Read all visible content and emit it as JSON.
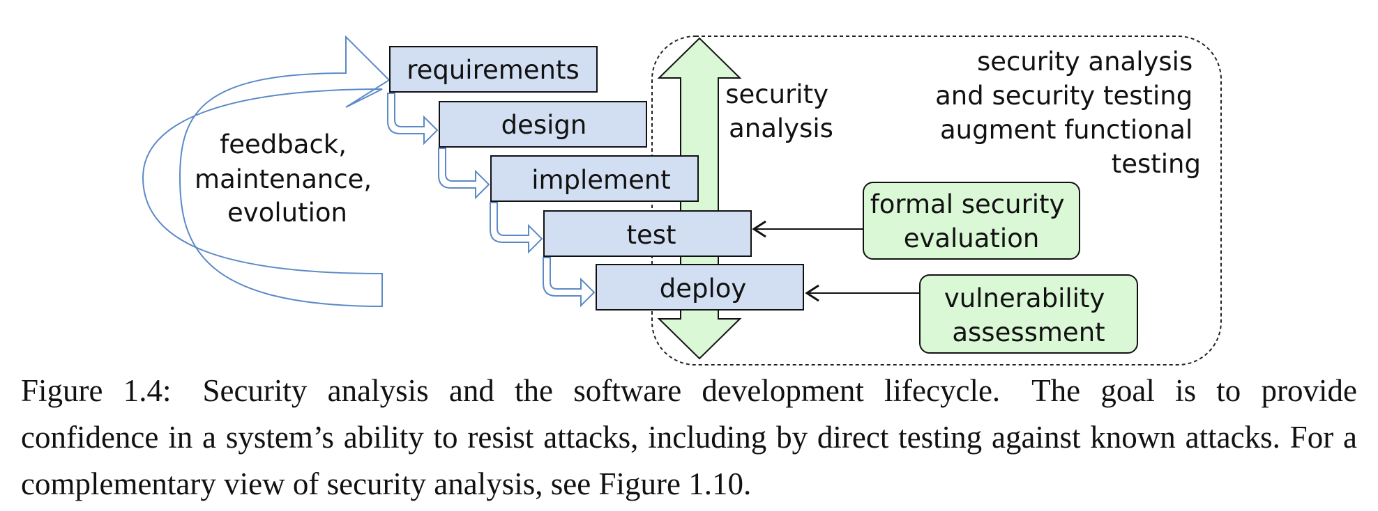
{
  "colors": {
    "stage_fill": "#d2dff2",
    "stage_stroke": "#111111",
    "green_fill": "#dbf8d6",
    "loop_arrow_stroke": "#5b8ac6",
    "dashed_border": "#222222"
  },
  "feedback_label": [
    "feedback,",
    "maintenance,",
    "evolution"
  ],
  "stages": [
    "requirements",
    "design",
    "implement",
    "test",
    "deploy"
  ],
  "security_analysis_label": [
    "security",
    "analysis"
  ],
  "note_text": [
    "security analysis",
    "and security testing",
    "augment functional",
    "testing"
  ],
  "formal_eval_label": [
    "formal security",
    "evaluation"
  ],
  "vuln_label": [
    "vulnerability",
    "assessment"
  ],
  "caption": "Figure 1.4: Security analysis and the software development lifecycle. The goal is to provide confidence in a system’s ability to resist attacks, including by direct testing against known attacks. For a complementary view of security analysis, see Figure 1.10."
}
